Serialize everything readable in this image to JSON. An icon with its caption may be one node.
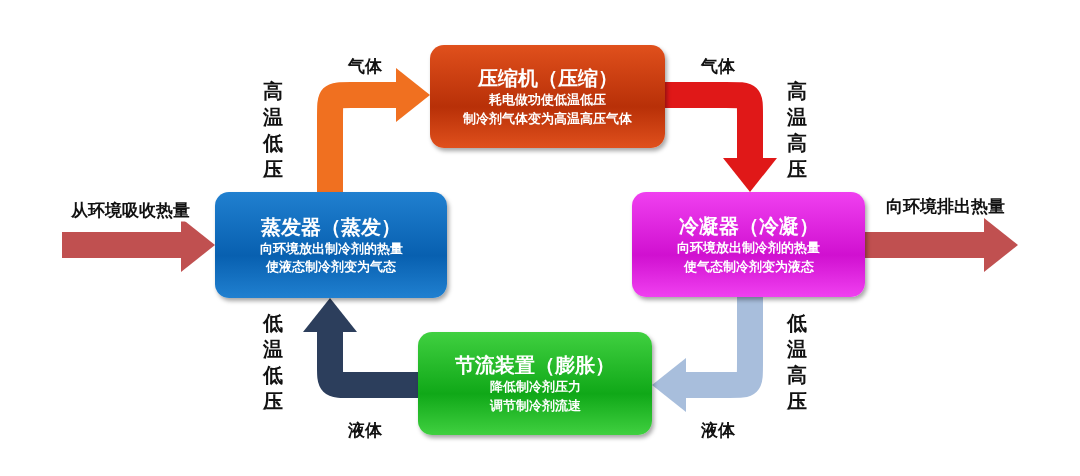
{
  "diagram": {
    "nodes": [
      {
        "text": [
          "压缩机（压缩）",
          "耗电做功使低温低压制冷剂气体变为高温高压气体"
        ]
      },
      {
        "text": [
          "冷凝器（冷凝）",
          "向环境放出制冷剂的热量使气态制冷剂变为液态"
        ]
      },
      {
        "text": [
          "节流装置（膨胀）",
          "降低制冷剂压力调节制冷剂流速"
        ]
      },
      {
        "text": [
          "蒸发器（蒸发）",
          "向环境放出制冷剂的热量使液态制冷剂变为气态"
        ]
      }
    ],
    "edges": [
      {
        "from": 3,
        "to": 0,
        "arrow": "to",
        "label": "气体",
        "color": "#f07020"
      },
      {
        "from": 0,
        "to": 1,
        "arrow": "to",
        "label": "气体",
        "color": "#e01818"
      },
      {
        "from": 1,
        "to": 2,
        "arrow": "to",
        "label": "液体",
        "color": "#a8bedc"
      },
      {
        "from": 2,
        "to": 3,
        "arrow": "to",
        "label": "液体",
        "color": "#2c3e5c"
      },
      {
        "from": null,
        "to": 3,
        "arrow": "to",
        "label": "从环境吸收热量",
        "color": "#c05050"
      },
      {
        "from": 1,
        "to": null,
        "arrow": "to",
        "label": "向环境排出热量",
        "color": "#c05050"
      }
    ],
    "labels": [
      "高温低压",
      "高温高压",
      "低温高压",
      "低温低压"
    ]
  }
}
